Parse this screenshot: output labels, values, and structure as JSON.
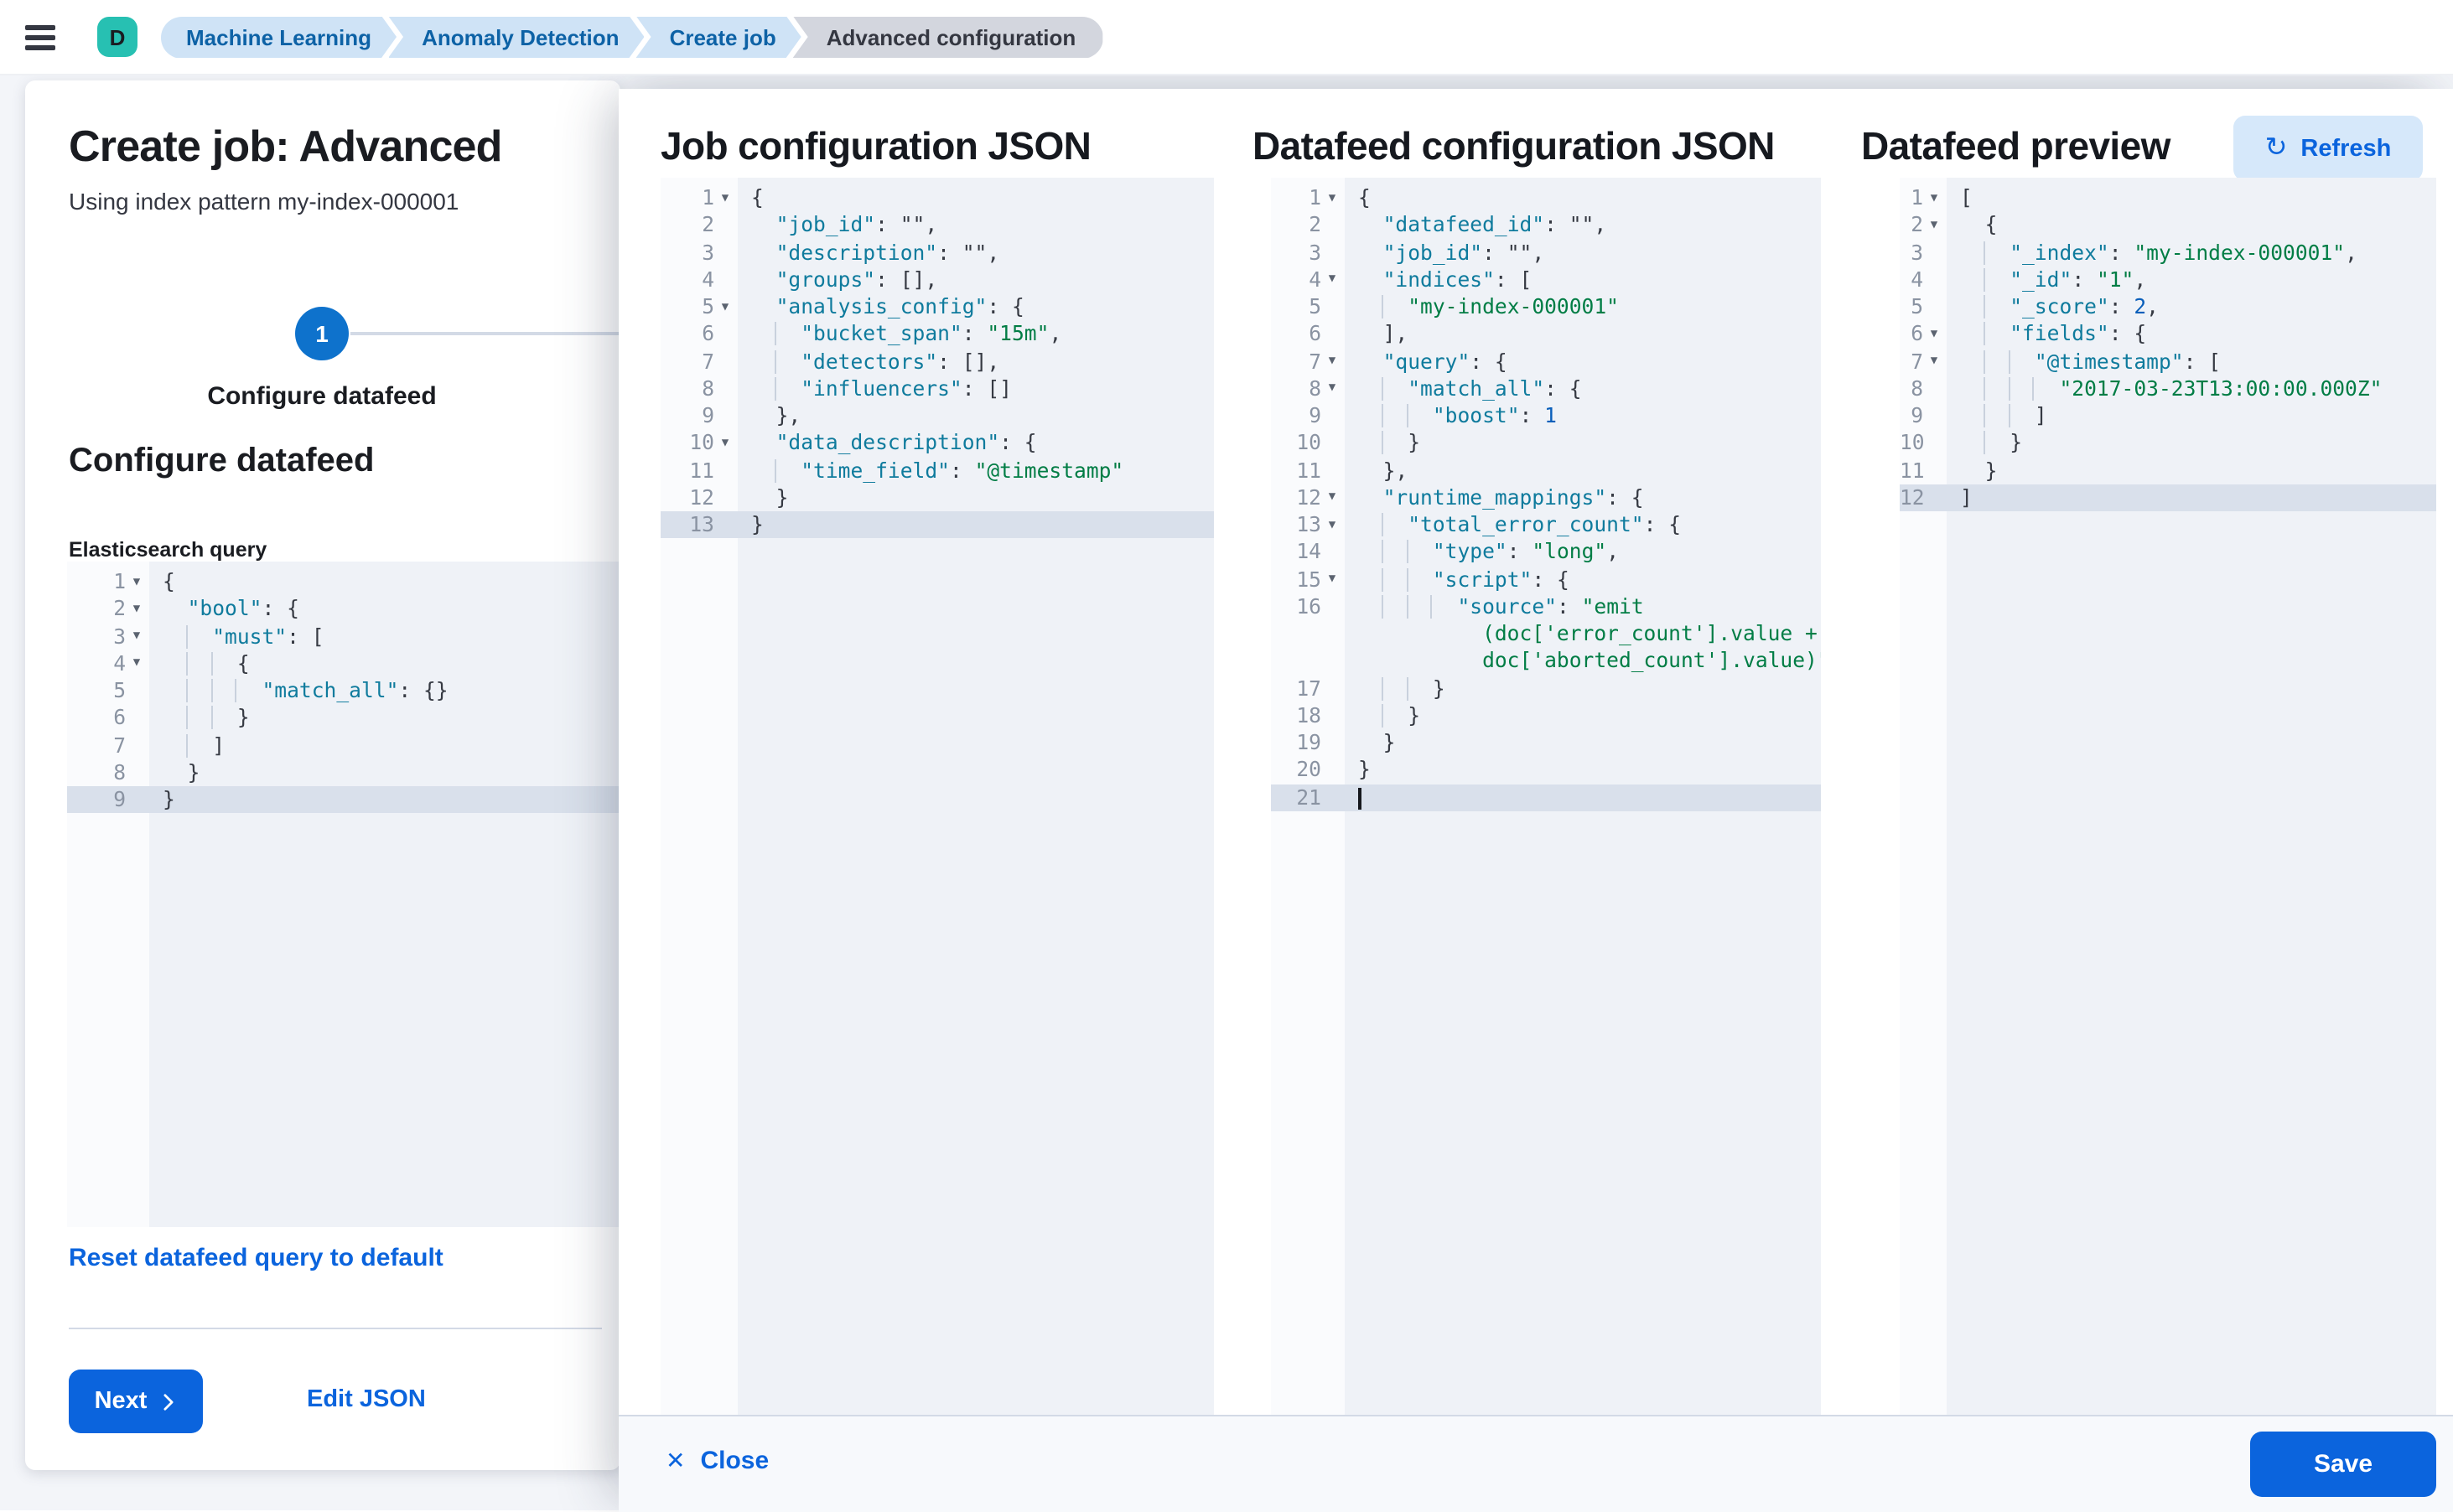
{
  "topbar": {
    "logo_initial": "D",
    "breadcrumbs": [
      {
        "label": "Machine Learning"
      },
      {
        "label": "Anomaly Detection"
      },
      {
        "label": "Create job"
      },
      {
        "label": "Advanced configuration"
      }
    ]
  },
  "left_panel": {
    "title": "Create job: Advanced",
    "subtitle": "Using index pattern my-index-000001",
    "step": {
      "number": "1",
      "label": "Configure datafeed"
    },
    "section_heading": "Configure datafeed",
    "query_label": "Elasticsearch query",
    "reset_link": "Reset datafeed query to default",
    "next_button": "Next",
    "edit_json_link": "Edit JSON"
  },
  "flyout": {
    "job_heading": "Job configuration JSON",
    "datafeed_heading": "Datafeed configuration JSON",
    "preview_heading": "Datafeed preview",
    "refresh_button": "Refresh",
    "footer": {
      "close": "Close",
      "save": "Save"
    }
  },
  "colors": {
    "primary": "#0b64dd",
    "step_circle": "#0e72cc",
    "logo_teal": "#27c0b2",
    "breadcrumb_bg": "#cfe3f6",
    "breadcrumb_text": "#0d62a6",
    "code_key": "#0f7b9d",
    "code_string": "#017d45",
    "code_number": "#0a5fba",
    "active_line": "#d9e0eb"
  },
  "editors": {
    "es_query": {
      "lines": [
        {
          "n": "1",
          "f": 1,
          "t": [
            [
              "p",
              "{"
            ]
          ]
        },
        {
          "n": "2",
          "f": 1,
          "t": [
            [
              "w",
              "  "
            ],
            [
              "k",
              "\"bool\""
            ],
            [
              "p",
              ": {"
            ]
          ]
        },
        {
          "n": "3",
          "f": 1,
          "t": [
            [
              "w",
              "  "
            ],
            [
              "g"
            ],
            [
              "k",
              "\"must\""
            ],
            [
              "p",
              ": ["
            ]
          ]
        },
        {
          "n": "4",
          "f": 1,
          "t": [
            [
              "w",
              "  "
            ],
            [
              "g"
            ],
            [
              "g"
            ],
            [
              "p",
              "{"
            ]
          ]
        },
        {
          "n": "5",
          "t": [
            [
              "w",
              "  "
            ],
            [
              "g"
            ],
            [
              "g"
            ],
            [
              "g"
            ],
            [
              "k",
              "\"match_all\""
            ],
            [
              "p",
              ": {}"
            ]
          ]
        },
        {
          "n": "6",
          "t": [
            [
              "w",
              "  "
            ],
            [
              "g"
            ],
            [
              "g"
            ],
            [
              "p",
              "}"
            ]
          ]
        },
        {
          "n": "7",
          "t": [
            [
              "w",
              "  "
            ],
            [
              "g"
            ],
            [
              "p",
              "]"
            ]
          ]
        },
        {
          "n": "8",
          "t": [
            [
              "w",
              "  "
            ],
            [
              "p",
              "}"
            ]
          ]
        },
        {
          "n": "9",
          "a": 1,
          "t": [
            [
              "p",
              "}"
            ]
          ]
        }
      ]
    },
    "job_config": {
      "lines": [
        {
          "n": "1",
          "f": 1,
          "t": [
            [
              "p",
              "{"
            ]
          ]
        },
        {
          "n": "2",
          "t": [
            [
              "w",
              "  "
            ],
            [
              "k",
              "\"job_id\""
            ],
            [
              "p",
              ": \"\","
            ]
          ]
        },
        {
          "n": "3",
          "t": [
            [
              "w",
              "  "
            ],
            [
              "k",
              "\"description\""
            ],
            [
              "p",
              ": \"\","
            ]
          ]
        },
        {
          "n": "4",
          "t": [
            [
              "w",
              "  "
            ],
            [
              "k",
              "\"groups\""
            ],
            [
              "p",
              ": [],"
            ]
          ]
        },
        {
          "n": "5",
          "f": 1,
          "t": [
            [
              "w",
              "  "
            ],
            [
              "k",
              "\"analysis_config\""
            ],
            [
              "p",
              ": {"
            ]
          ]
        },
        {
          "n": "6",
          "t": [
            [
              "w",
              "  "
            ],
            [
              "g"
            ],
            [
              "k",
              "\"bucket_span\""
            ],
            [
              "p",
              ": "
            ],
            [
              "s",
              "\"15m\""
            ],
            [
              "p",
              ","
            ]
          ]
        },
        {
          "n": "7",
          "t": [
            [
              "w",
              "  "
            ],
            [
              "g"
            ],
            [
              "k",
              "\"detectors\""
            ],
            [
              "p",
              ": [],"
            ]
          ]
        },
        {
          "n": "8",
          "t": [
            [
              "w",
              "  "
            ],
            [
              "g"
            ],
            [
              "k",
              "\"influencers\""
            ],
            [
              "p",
              ": []"
            ]
          ]
        },
        {
          "n": "9",
          "t": [
            [
              "w",
              "  "
            ],
            [
              "p",
              "},"
            ]
          ]
        },
        {
          "n": "10",
          "f": 1,
          "t": [
            [
              "w",
              "  "
            ],
            [
              "k",
              "\"data_description\""
            ],
            [
              "p",
              ": {"
            ]
          ]
        },
        {
          "n": "11",
          "t": [
            [
              "w",
              "  "
            ],
            [
              "g"
            ],
            [
              "k",
              "\"time_field\""
            ],
            [
              "p",
              ": "
            ],
            [
              "s",
              "\"@timestamp\""
            ]
          ]
        },
        {
          "n": "12",
          "t": [
            [
              "w",
              "  "
            ],
            [
              "p",
              "}"
            ]
          ]
        },
        {
          "n": "13",
          "a": 1,
          "t": [
            [
              "p",
              "}"
            ]
          ]
        }
      ]
    },
    "datafeed_config": {
      "lines": [
        {
          "n": "1",
          "f": 1,
          "t": [
            [
              "p",
              "{"
            ]
          ]
        },
        {
          "n": "2",
          "t": [
            [
              "w",
              "  "
            ],
            [
              "k",
              "\"datafeed_id\""
            ],
            [
              "p",
              ": \"\","
            ]
          ]
        },
        {
          "n": "3",
          "t": [
            [
              "w",
              "  "
            ],
            [
              "k",
              "\"job_id\""
            ],
            [
              "p",
              ": \"\","
            ]
          ]
        },
        {
          "n": "4",
          "f": 1,
          "t": [
            [
              "w",
              "  "
            ],
            [
              "k",
              "\"indices\""
            ],
            [
              "p",
              ": ["
            ]
          ]
        },
        {
          "n": "5",
          "t": [
            [
              "w",
              "  "
            ],
            [
              "g"
            ],
            [
              "s",
              "\"my-index-000001\""
            ]
          ]
        },
        {
          "n": "6",
          "t": [
            [
              "w",
              "  "
            ],
            [
              "p",
              "],"
            ]
          ]
        },
        {
          "n": "7",
          "f": 1,
          "t": [
            [
              "w",
              "  "
            ],
            [
              "k",
              "\"query\""
            ],
            [
              "p",
              ": {"
            ]
          ]
        },
        {
          "n": "8",
          "f": 1,
          "t": [
            [
              "w",
              "  "
            ],
            [
              "g"
            ],
            [
              "k",
              "\"match_all\""
            ],
            [
              "p",
              ": {"
            ]
          ]
        },
        {
          "n": "9",
          "t": [
            [
              "w",
              "  "
            ],
            [
              "g"
            ],
            [
              "g"
            ],
            [
              "k",
              "\"boost\""
            ],
            [
              "p",
              ": "
            ],
            [
              "n",
              "1"
            ]
          ]
        },
        {
          "n": "10",
          "t": [
            [
              "w",
              "  "
            ],
            [
              "g"
            ],
            [
              "p",
              "}"
            ]
          ]
        },
        {
          "n": "11",
          "t": [
            [
              "w",
              "  "
            ],
            [
              "p",
              "},"
            ]
          ]
        },
        {
          "n": "12",
          "f": 1,
          "t": [
            [
              "w",
              "  "
            ],
            [
              "k",
              "\"runtime_mappings\""
            ],
            [
              "p",
              ": {"
            ]
          ]
        },
        {
          "n": "13",
          "f": 1,
          "t": [
            [
              "w",
              "  "
            ],
            [
              "g"
            ],
            [
              "k",
              "\"total_error_count\""
            ],
            [
              "p",
              ": {"
            ]
          ]
        },
        {
          "n": "14",
          "t": [
            [
              "w",
              "  "
            ],
            [
              "g"
            ],
            [
              "g"
            ],
            [
              "k",
              "\"type\""
            ],
            [
              "p",
              ": "
            ],
            [
              "s",
              "\"long\""
            ],
            [
              "p",
              ","
            ]
          ]
        },
        {
          "n": "15",
          "f": 1,
          "t": [
            [
              "w",
              "  "
            ],
            [
              "g"
            ],
            [
              "g"
            ],
            [
              "k",
              "\"script\""
            ],
            [
              "p",
              ": {"
            ]
          ]
        },
        {
          "n": "16",
          "t": [
            [
              "w",
              "  "
            ],
            [
              "g"
            ],
            [
              "g"
            ],
            [
              "g"
            ],
            [
              "k",
              "\"source\""
            ],
            [
              "p",
              ": "
            ],
            [
              "s",
              "\"emit"
            ]
          ]
        },
        {
          "n": "",
          "t": [
            [
              "s",
              "          (doc['error_count'].value +"
            ]
          ]
        },
        {
          "n": "",
          "t": [
            [
              "s",
              "          doc['aborted_count'].value)\""
            ]
          ]
        },
        {
          "n": "17",
          "t": [
            [
              "w",
              "  "
            ],
            [
              "g"
            ],
            [
              "g"
            ],
            [
              "p",
              "}"
            ]
          ]
        },
        {
          "n": "18",
          "t": [
            [
              "w",
              "  "
            ],
            [
              "g"
            ],
            [
              "p",
              "}"
            ]
          ]
        },
        {
          "n": "19",
          "t": [
            [
              "w",
              "  "
            ],
            [
              "p",
              "}"
            ]
          ]
        },
        {
          "n": "20",
          "t": [
            [
              "p",
              "}"
            ]
          ]
        },
        {
          "n": "21",
          "a": 1,
          "t": [
            [
              "cur"
            ]
          ]
        }
      ]
    },
    "datafeed_preview": {
      "lines": [
        {
          "n": "1",
          "f": 1,
          "t": [
            [
              "p",
              "["
            ]
          ]
        },
        {
          "n": "2",
          "f": 1,
          "t": [
            [
              "w",
              "  "
            ],
            [
              "p",
              "{"
            ]
          ]
        },
        {
          "n": "3",
          "t": [
            [
              "w",
              "  "
            ],
            [
              "g"
            ],
            [
              "k",
              "\"_index\""
            ],
            [
              "p",
              ": "
            ],
            [
              "s",
              "\"my-index-000001\""
            ],
            [
              "p",
              ","
            ]
          ]
        },
        {
          "n": "4",
          "t": [
            [
              "w",
              "  "
            ],
            [
              "g"
            ],
            [
              "k",
              "\"_id\""
            ],
            [
              "p",
              ": "
            ],
            [
              "s",
              "\"1\""
            ],
            [
              "p",
              ","
            ]
          ]
        },
        {
          "n": "5",
          "t": [
            [
              "w",
              "  "
            ],
            [
              "g"
            ],
            [
              "k",
              "\"_score\""
            ],
            [
              "p",
              ": "
            ],
            [
              "n",
              "2"
            ],
            [
              "p",
              ","
            ]
          ]
        },
        {
          "n": "6",
          "f": 1,
          "t": [
            [
              "w",
              "  "
            ],
            [
              "g"
            ],
            [
              "k",
              "\"fields\""
            ],
            [
              "p",
              ": {"
            ]
          ]
        },
        {
          "n": "7",
          "f": 1,
          "t": [
            [
              "w",
              "  "
            ],
            [
              "g"
            ],
            [
              "g"
            ],
            [
              "k",
              "\"@timestamp\""
            ],
            [
              "p",
              ": ["
            ]
          ]
        },
        {
          "n": "8",
          "t": [
            [
              "w",
              "  "
            ],
            [
              "g"
            ],
            [
              "g"
            ],
            [
              "g"
            ],
            [
              "s",
              "\"2017-03-23T13:00:00.000Z\""
            ]
          ]
        },
        {
          "n": "9",
          "t": [
            [
              "w",
              "  "
            ],
            [
              "g"
            ],
            [
              "g"
            ],
            [
              "p",
              "]"
            ]
          ]
        },
        {
          "n": "10",
          "t": [
            [
              "w",
              "  "
            ],
            [
              "g"
            ],
            [
              "p",
              "}"
            ]
          ]
        },
        {
          "n": "11",
          "t": [
            [
              "w",
              "  "
            ],
            [
              "p",
              "}"
            ]
          ]
        },
        {
          "n": "12",
          "a": 1,
          "t": [
            [
              "p",
              "]"
            ]
          ]
        }
      ]
    }
  }
}
